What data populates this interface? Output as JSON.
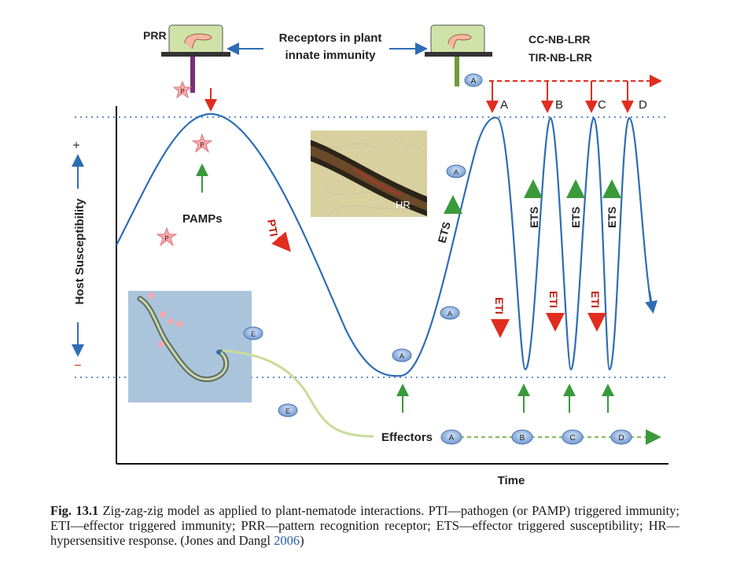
{
  "diagram": {
    "prr_label": "PRR",
    "receptors_line1": "Receptors in plant",
    "receptors_line2": "innate immunity",
    "nlr_line1": "CC-NB-LRR",
    "nlr_line2": "TIR-NB-LRR",
    "y_axis_label": "Host  Susceptibility",
    "y_plus": "+",
    "y_minus": "−",
    "x_axis_label": "Time",
    "pamps_label": "PAMPs",
    "pti_label": "PTI",
    "eti_label": "ETI",
    "ets_label": "ETS",
    "hr_label": "HR",
    "effectors_label": "Effectors",
    "pamp_badge": "P",
    "effector_badge": "E",
    "phase_labels": [
      "A",
      "B",
      "C",
      "D"
    ],
    "effector_badges": [
      "A",
      "B",
      "C",
      "D"
    ],
    "curve_badges": [
      "A",
      "A",
      "A",
      "A"
    ],
    "colors": {
      "curve": "#2e6db4",
      "receptor_green": "#cfe3a8",
      "pamp_pink": "#f2a9ae",
      "badge_blue": "#8fb3e0",
      "red_arrow": "#e02d1f",
      "green_arrow": "#3a9a3a",
      "dotted": "#5b8fd0"
    }
  },
  "caption": {
    "fig_label": "Fig. 13.1",
    "text": " Zig-zag-zig model as applied to plant-nematode interactions. PTI—pathogen (or PAMP) triggered immunity; ETI—effector triggered immunity; PRR—pattern recognition receptor; ETS—effector triggered susceptibility; HR—hypersensitive response. (Jones and Dangl ",
    "year": "2006",
    "close": ")"
  }
}
